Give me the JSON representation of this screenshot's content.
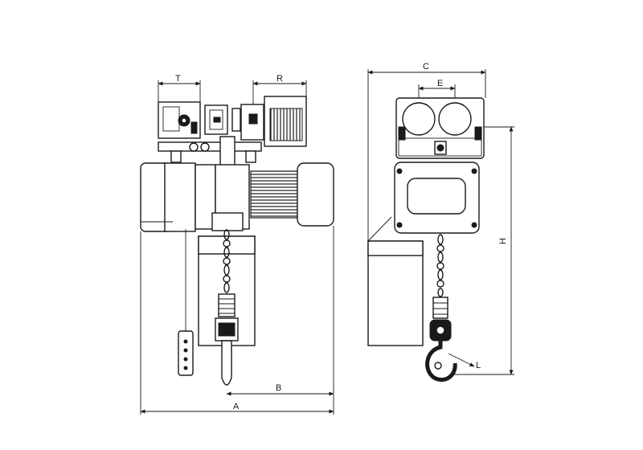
{
  "dimension_labels": {
    "T": "T",
    "R": "R",
    "C": "C",
    "E": "E",
    "H": "H",
    "B": "B",
    "A": "A",
    "L": "L"
  },
  "line_color": "#1a1a1a",
  "background": "#ffffff"
}
